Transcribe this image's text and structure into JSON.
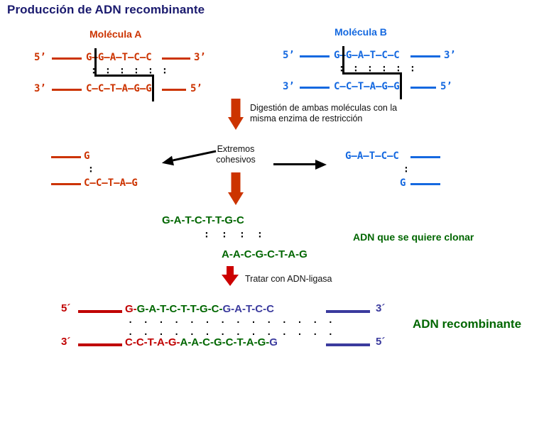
{
  "page": {
    "title": "Producción de ADN recombinante"
  },
  "molecule_a": {
    "title": "Molécula A",
    "top_left_end": "5’",
    "top_right_end": "3’",
    "bottom_left_end": "3’",
    "bottom_right_end": "5’",
    "top_sequence": "G–G–A–T–C–C",
    "bottom_sequence": "C–C–T–A–G–G",
    "color": "#cc3300"
  },
  "molecule_b": {
    "title": "Molécula B",
    "top_left_end": "5’",
    "top_right_end": "3’",
    "bottom_left_end": "3’",
    "bottom_right_end": "5’",
    "top_sequence": "G–G–A–T–C–C",
    "bottom_sequence": "C–C–T–A–G–G",
    "color": "#1569e0"
  },
  "steps": {
    "digestion_note": "Digestión de ambas moléculas con la\nmisma enzima de restricción",
    "cohesive_label": "Extremos\ncohesivos",
    "ligase_note": "Tratar con ADN-ligasa"
  },
  "fragment_left": {
    "top_sequence": "G",
    "bottom_sequence": "C–C–T–A–G",
    "color": "#cc3300"
  },
  "fragment_right": {
    "top_sequence": "G–A–T–C–C",
    "bottom_sequence": "G",
    "color": "#1569e0"
  },
  "insert": {
    "top_sequence": "G-A-T-C-T-T-G-C",
    "bottom_sequence": "A-A-C-G-C-T-A-G",
    "label": "ADN que se quiere clonar",
    "color": "#006600"
  },
  "recombinant": {
    "label": "ADN recombinante",
    "top_left_end": "5´",
    "top_right_end": "3´",
    "bottom_left_end": "3´",
    "bottom_right_end": "5´",
    "top_red": "G-",
    "top_green": "G-A-T-C-T-T-G-C-",
    "top_purple": "G-A-T-C-C",
    "bottom_red": "C-C-T-A-G-",
    "bottom_green": "A-A-C-G-C-T-A-G-",
    "bottom_purple": "G",
    "colors": {
      "vector": "#c00000",
      "insert": "#006600",
      "site": "#3b3b9e"
    }
  },
  "dots": {
    "pair": "·\n·",
    "triple": ":"
  }
}
